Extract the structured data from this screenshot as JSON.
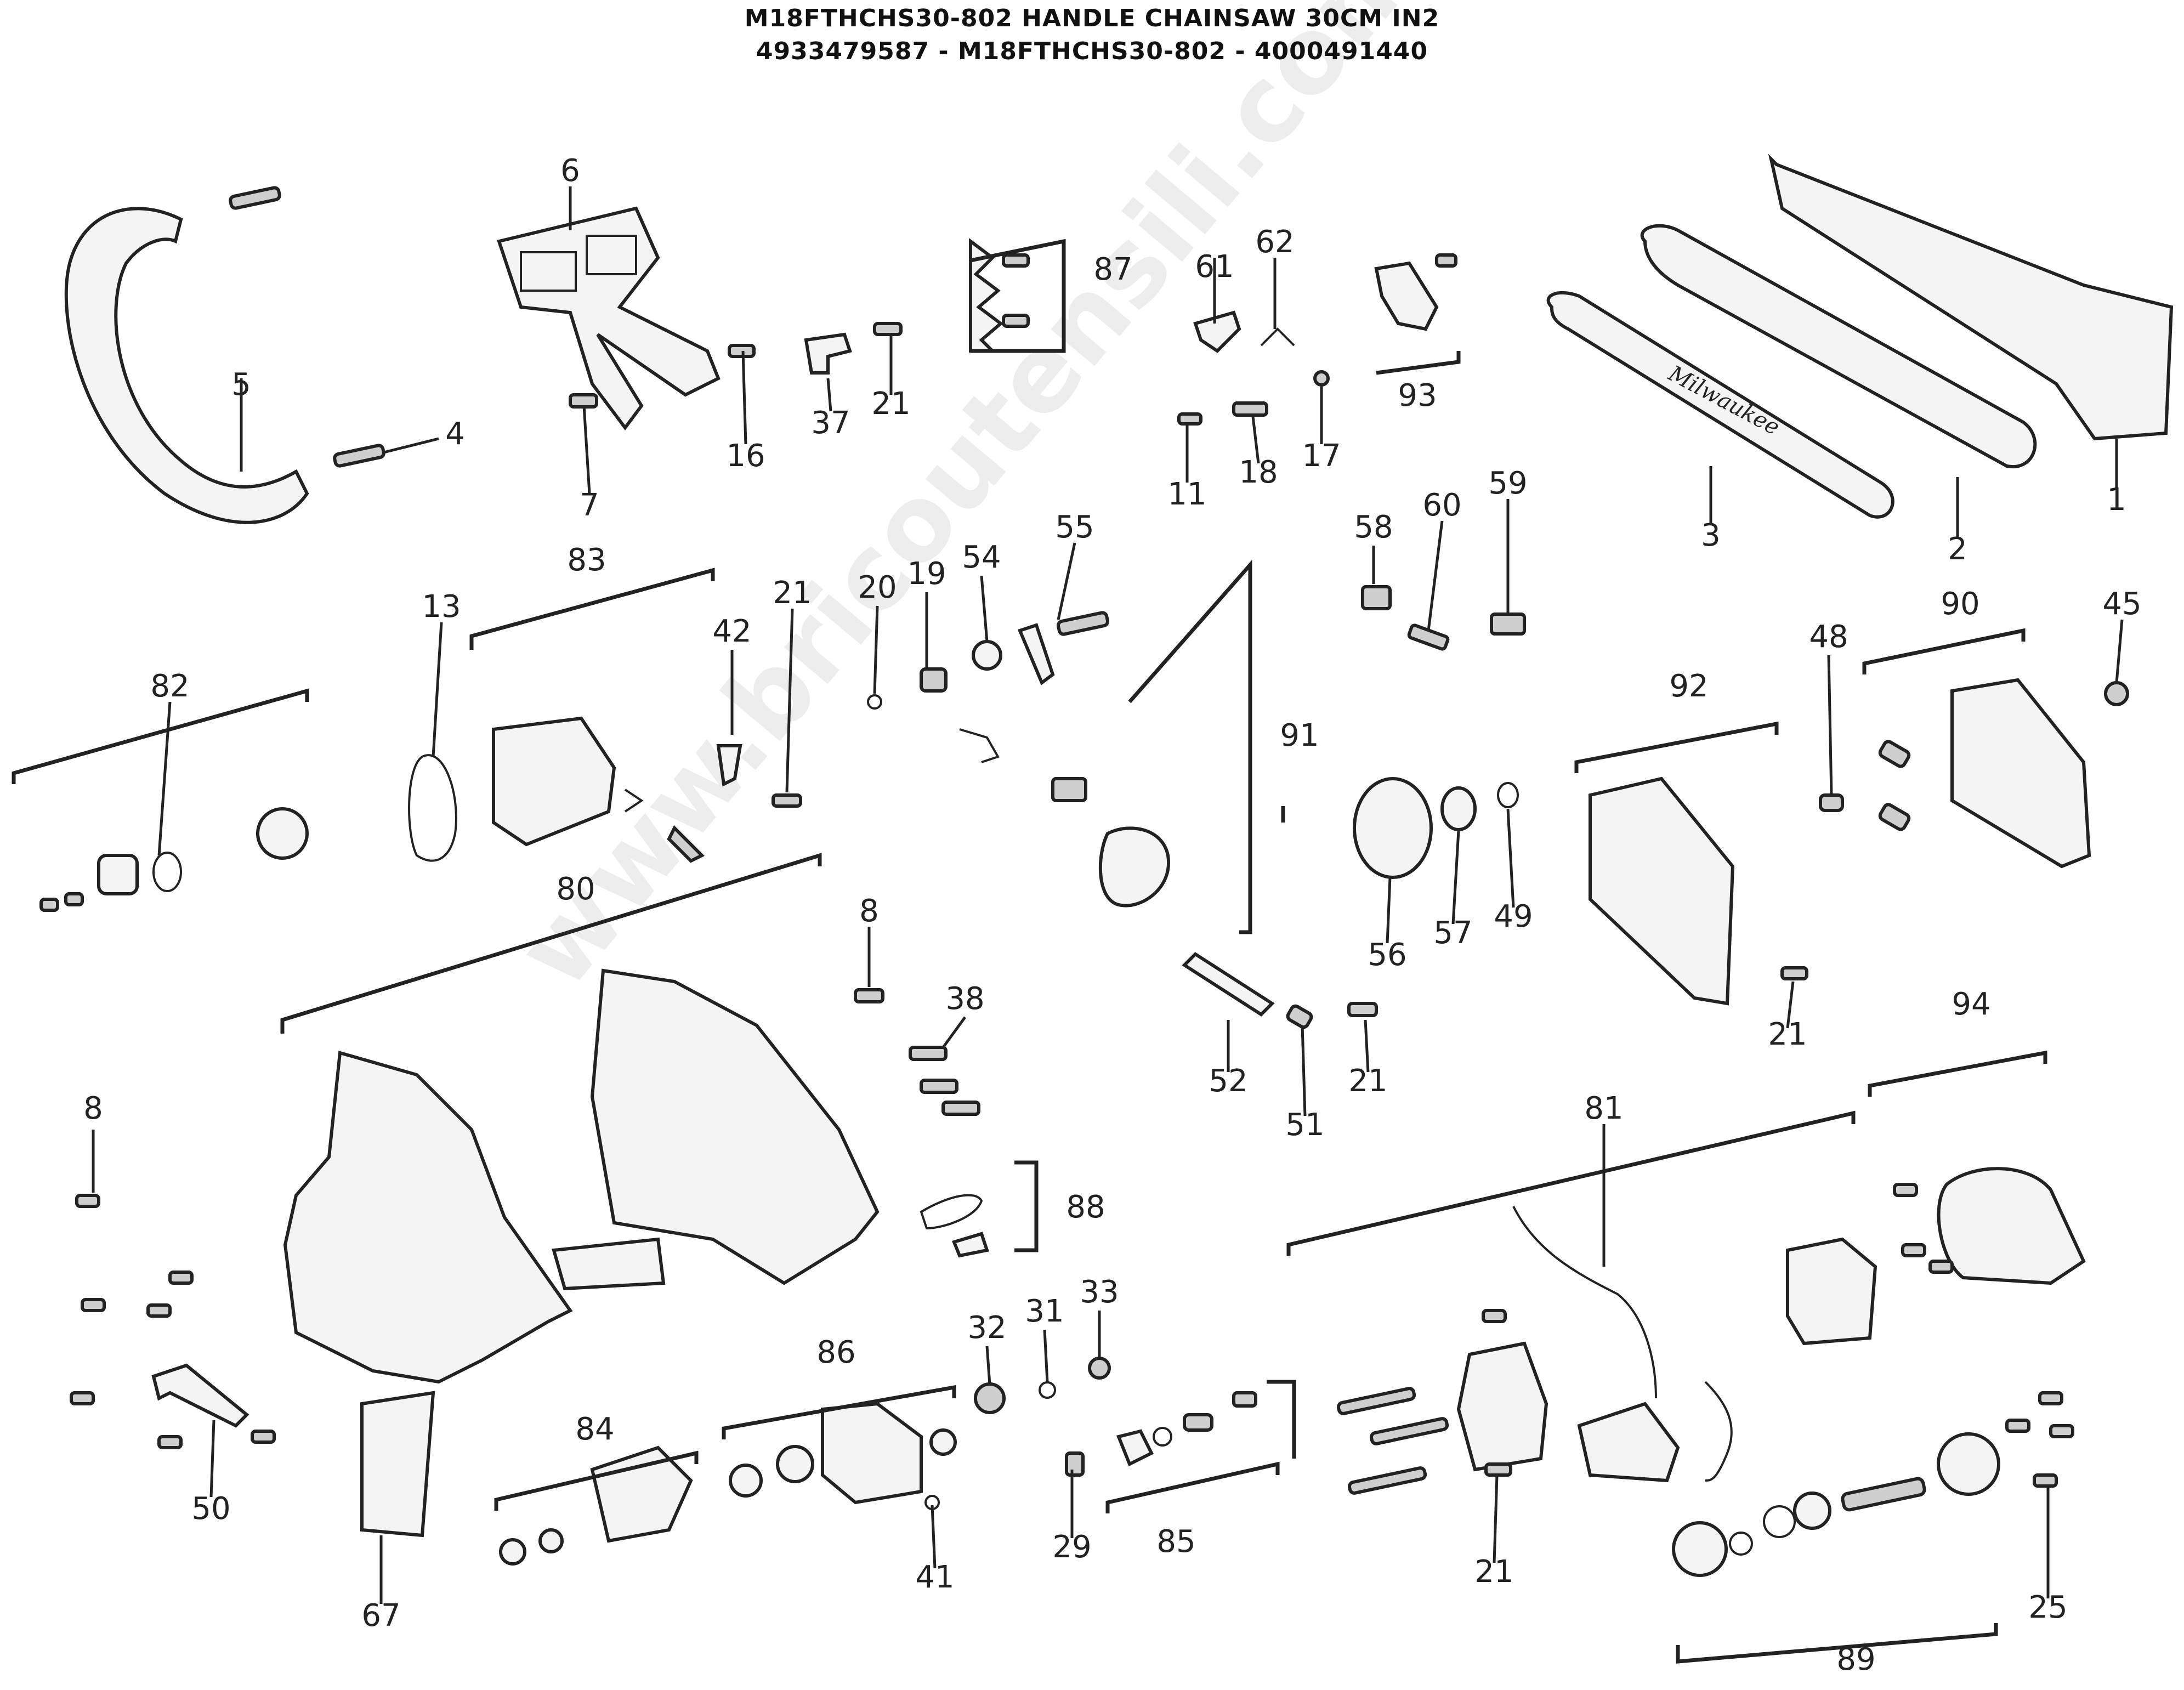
{
  "header": {
    "title": "M18FTHCHS30-802 HANDLE CHAINSAW 30CM IN2",
    "subtitle": "4933479587 - M18FTHCHS30-802 - 4000491440"
  },
  "watermark": "www.bricoutensili.com",
  "bar_brand": "Milwaukee",
  "callouts": [
    "1",
    "2",
    "3",
    "4",
    "5",
    "6",
    "7",
    "8",
    "11",
    "13",
    "16",
    "17",
    "18",
    "19",
    "20",
    "21",
    "25",
    "29",
    "31",
    "32",
    "33",
    "37",
    "38",
    "41",
    "42",
    "45",
    "48",
    "49",
    "50",
    "51",
    "52",
    "54",
    "55",
    "56",
    "57",
    "58",
    "59",
    "60",
    "61",
    "62",
    "67",
    "80",
    "81",
    "82",
    "83",
    "84",
    "85",
    "86",
    "87",
    "88",
    "89",
    "90",
    "91",
    "92",
    "93",
    "94"
  ]
}
